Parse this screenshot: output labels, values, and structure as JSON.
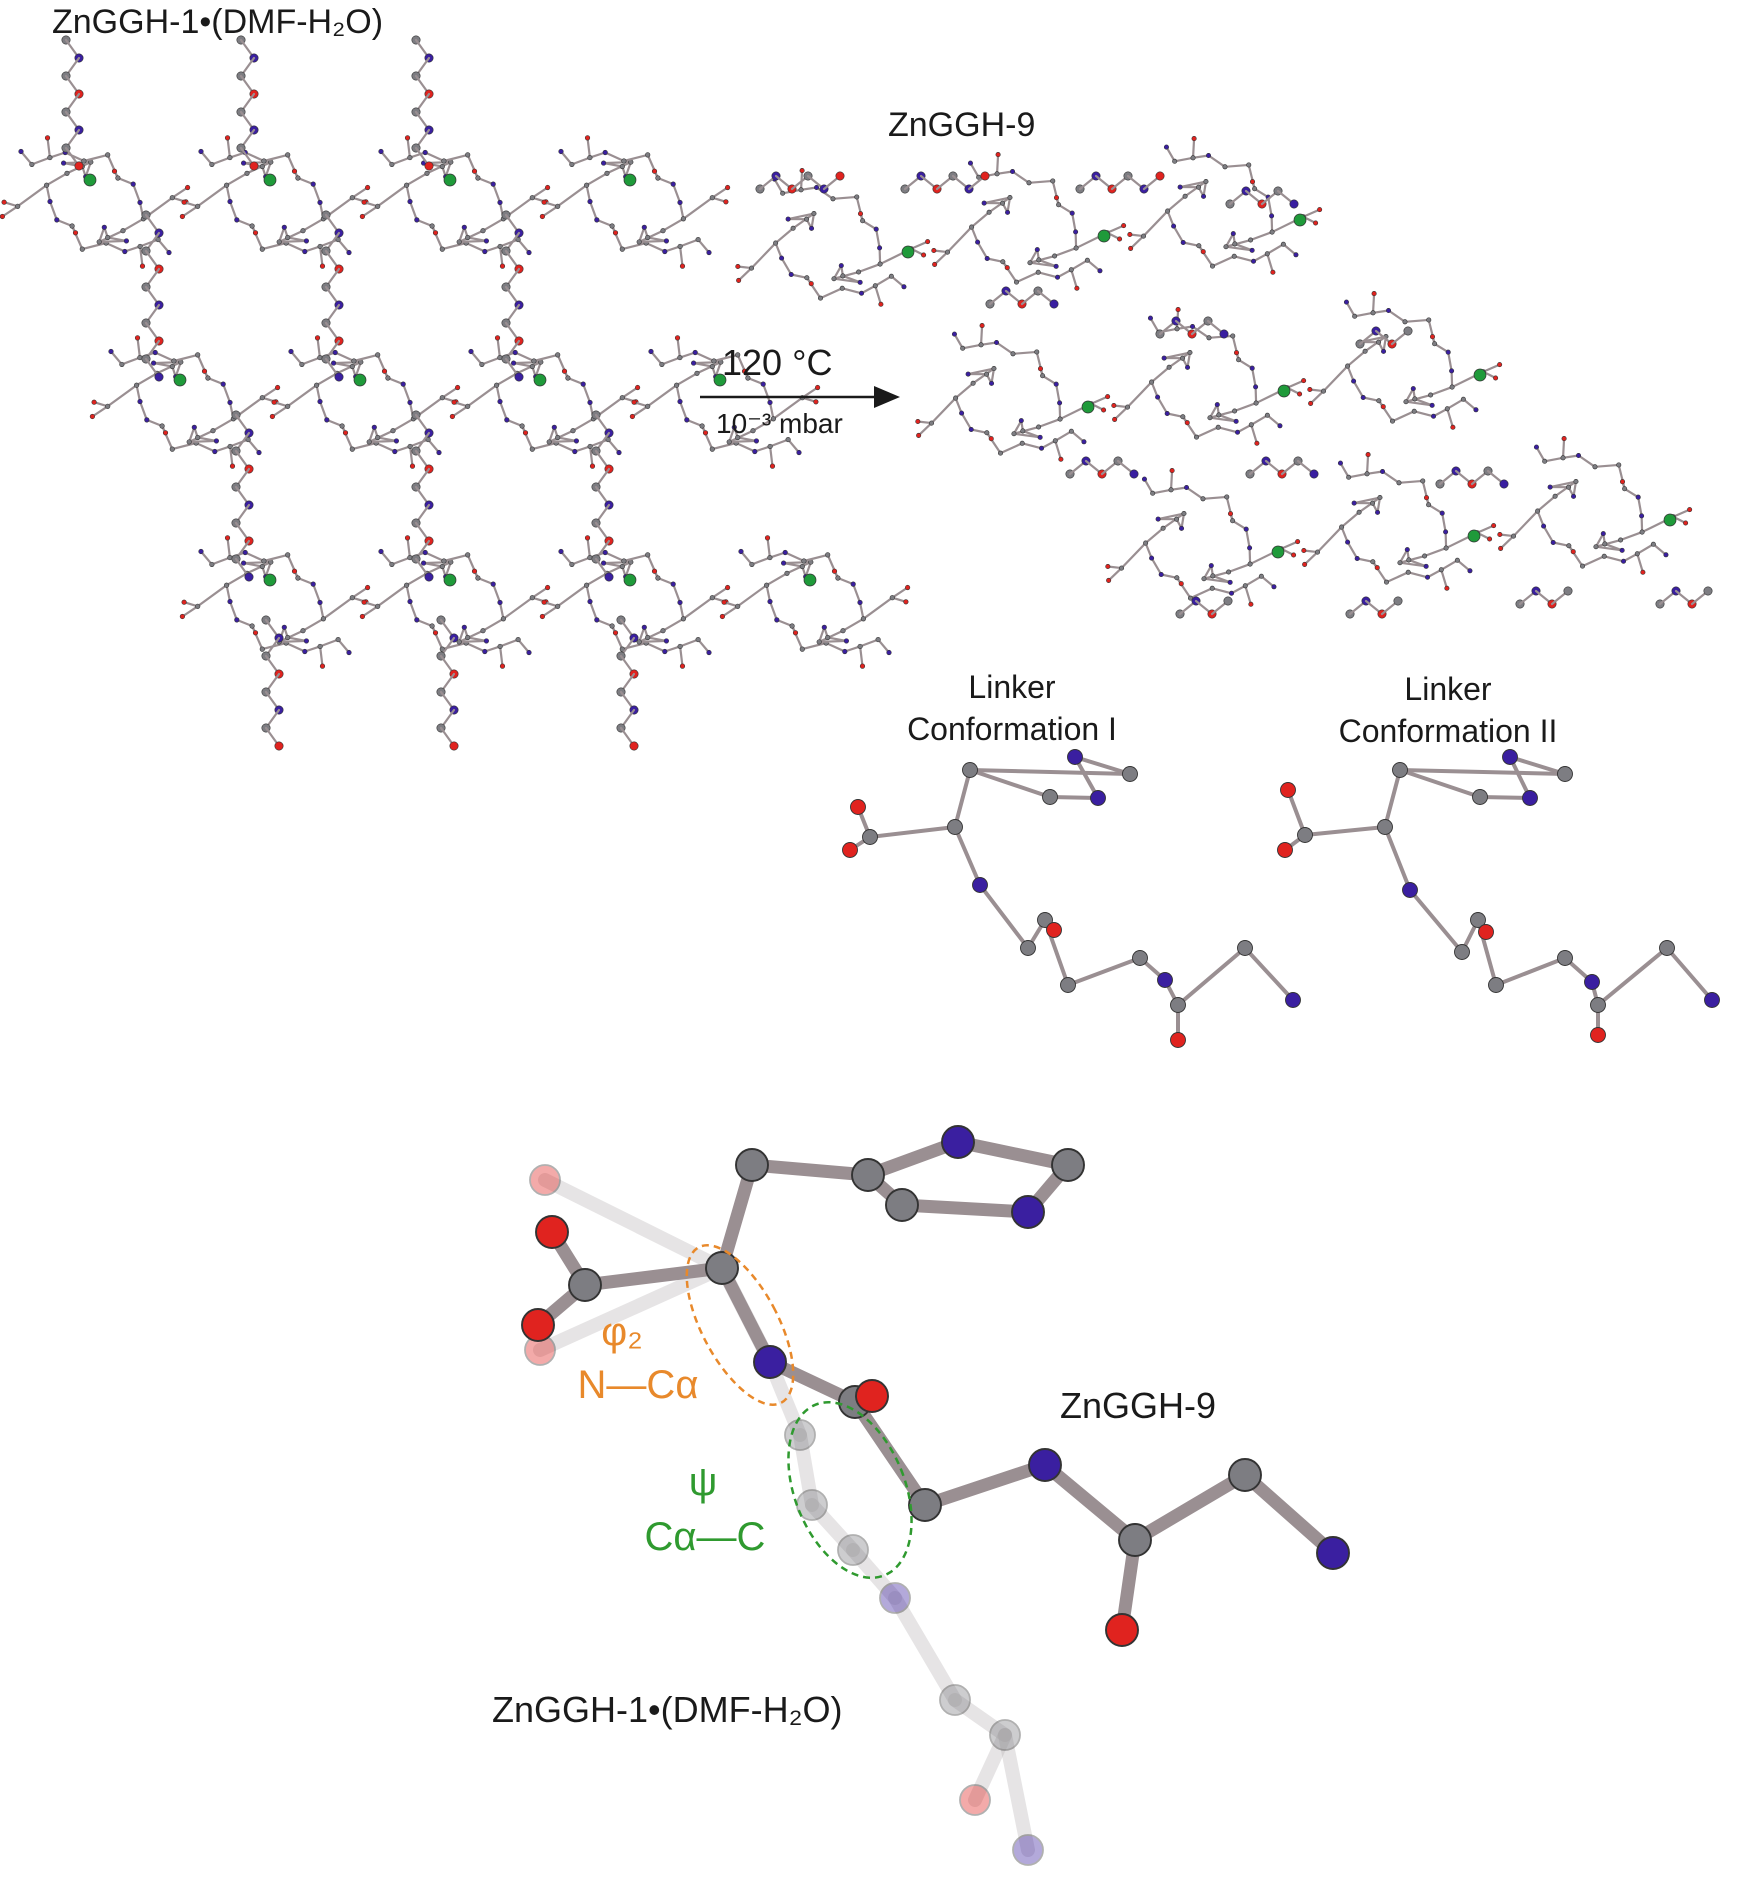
{
  "labels": {
    "top_left_title": "ZnGGH-1•(DMF-H₂O)",
    "top_right_title": "ZnGGH-9",
    "conditions_temp": "120 °C",
    "conditions_pressure": "10⁻³ mbar",
    "conf1_line1": "Linker",
    "conf1_line2": "Conformation I",
    "conf2_line1": "Linker",
    "conf2_line2": "Conformation II",
    "overlay_zngh9": "ZnGGH-9",
    "overlay_zngh1": "ZnGGH-1•(DMF-H₂O)"
  },
  "torsions": {
    "phi": {
      "symbol": "φ₂",
      "bond": "N—Cα",
      "color": "#e8892b"
    },
    "psi": {
      "symbol": "ψ",
      "bond": "Cα—C",
      "color": "#2f9a2f"
    }
  },
  "colors": {
    "carbon": "#7d7d82",
    "nitrogen": "#3a1fa0",
    "oxygen": "#e0231f",
    "zinc": "#1f9a3a",
    "hydrogen": "#d8d8d8",
    "bond": "#9a8f92"
  }
}
